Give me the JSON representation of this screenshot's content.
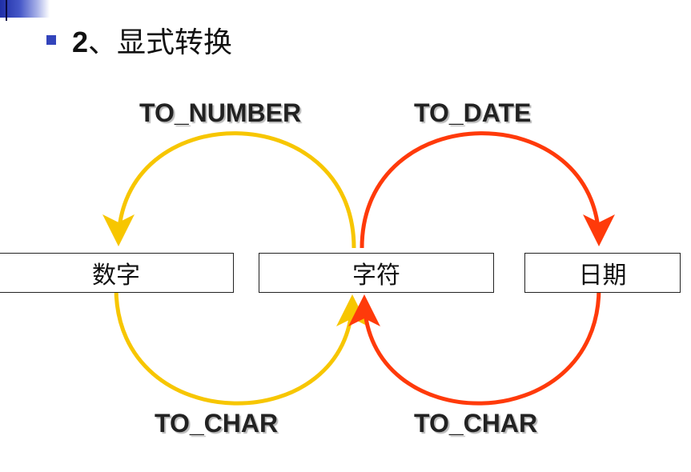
{
  "title": {
    "number": "2",
    "separator": "、",
    "text": "显式转换"
  },
  "nodes": {
    "number": "数字",
    "character": "字符",
    "date": "日期"
  },
  "functions": {
    "to_number": "TO_NUMBER",
    "to_date": "TO_DATE",
    "to_char_from_number": "TO_CHAR",
    "to_char_from_date": "TO_CHAR"
  },
  "colors": {
    "yellow_arrow": "#f7c600",
    "red_arrow": "#ff3a0a",
    "bullet": "#3344bb"
  }
}
